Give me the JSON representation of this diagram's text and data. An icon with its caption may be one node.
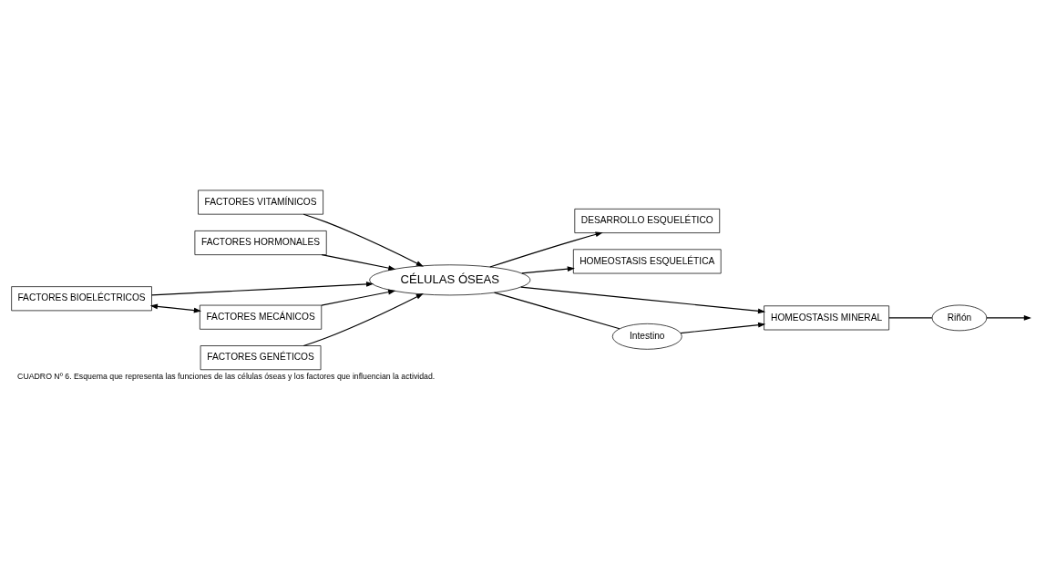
{
  "diagram": {
    "caption": "CUADRO Nº 6. Esquema que representa las funciones de las células óseas y los factores que influencian la actividad.",
    "nodes": [
      {
        "text": [
          "FACTORES VITAMÍNICOS"
        ]
      },
      {
        "text": [
          "FACTORES HORMONALES"
        ]
      },
      {
        "text": [
          "DESARROLLO ESQUELÉTICO"
        ]
      },
      {
        "text": [
          "FACTORES BIOELÉCTRICOS"
        ]
      },
      {
        "text": [
          "CÉLULAS ÓSEAS"
        ]
      },
      {
        "text": [
          "HOMEOSTASIS ESQUELÉTICA"
        ]
      },
      {
        "text": [
          "FACTORES MECÁNICOS"
        ]
      },
      {
        "text": [
          "HOMEOSTASIS MINERAL"
        ]
      },
      {
        "text": [
          "FACTORES GENÉTICOS"
        ]
      },
      {
        "text": [
          "Intestino"
        ]
      },
      {
        "text": [
          "Riñón"
        ]
      }
    ],
    "edges": [
      {
        "from": 0,
        "to": 4,
        "arrow": "to"
      },
      {
        "from": 1,
        "to": 4,
        "arrow": "to"
      },
      {
        "from": 3,
        "to": 4,
        "arrow": "to"
      },
      {
        "from": 3,
        "to": 6,
        "arrow": "both"
      },
      {
        "from": 6,
        "to": 4,
        "arrow": "to"
      },
      {
        "from": 8,
        "to": 4,
        "arrow": "to"
      },
      {
        "from": 4,
        "to": 2,
        "arrow": "to"
      },
      {
        "from": 4,
        "to": 5,
        "arrow": "to"
      },
      {
        "from": 4,
        "to": 7,
        "arrow": "to"
      },
      {
        "from": 4,
        "to": 9,
        "arrow": "none"
      },
      {
        "from": 9,
        "to": 7,
        "arrow": "to"
      },
      {
        "from": 7,
        "to": 10,
        "arrow": "none"
      },
      {
        "from": 10,
        "to": null,
        "arrow": "to"
      }
    ]
  }
}
